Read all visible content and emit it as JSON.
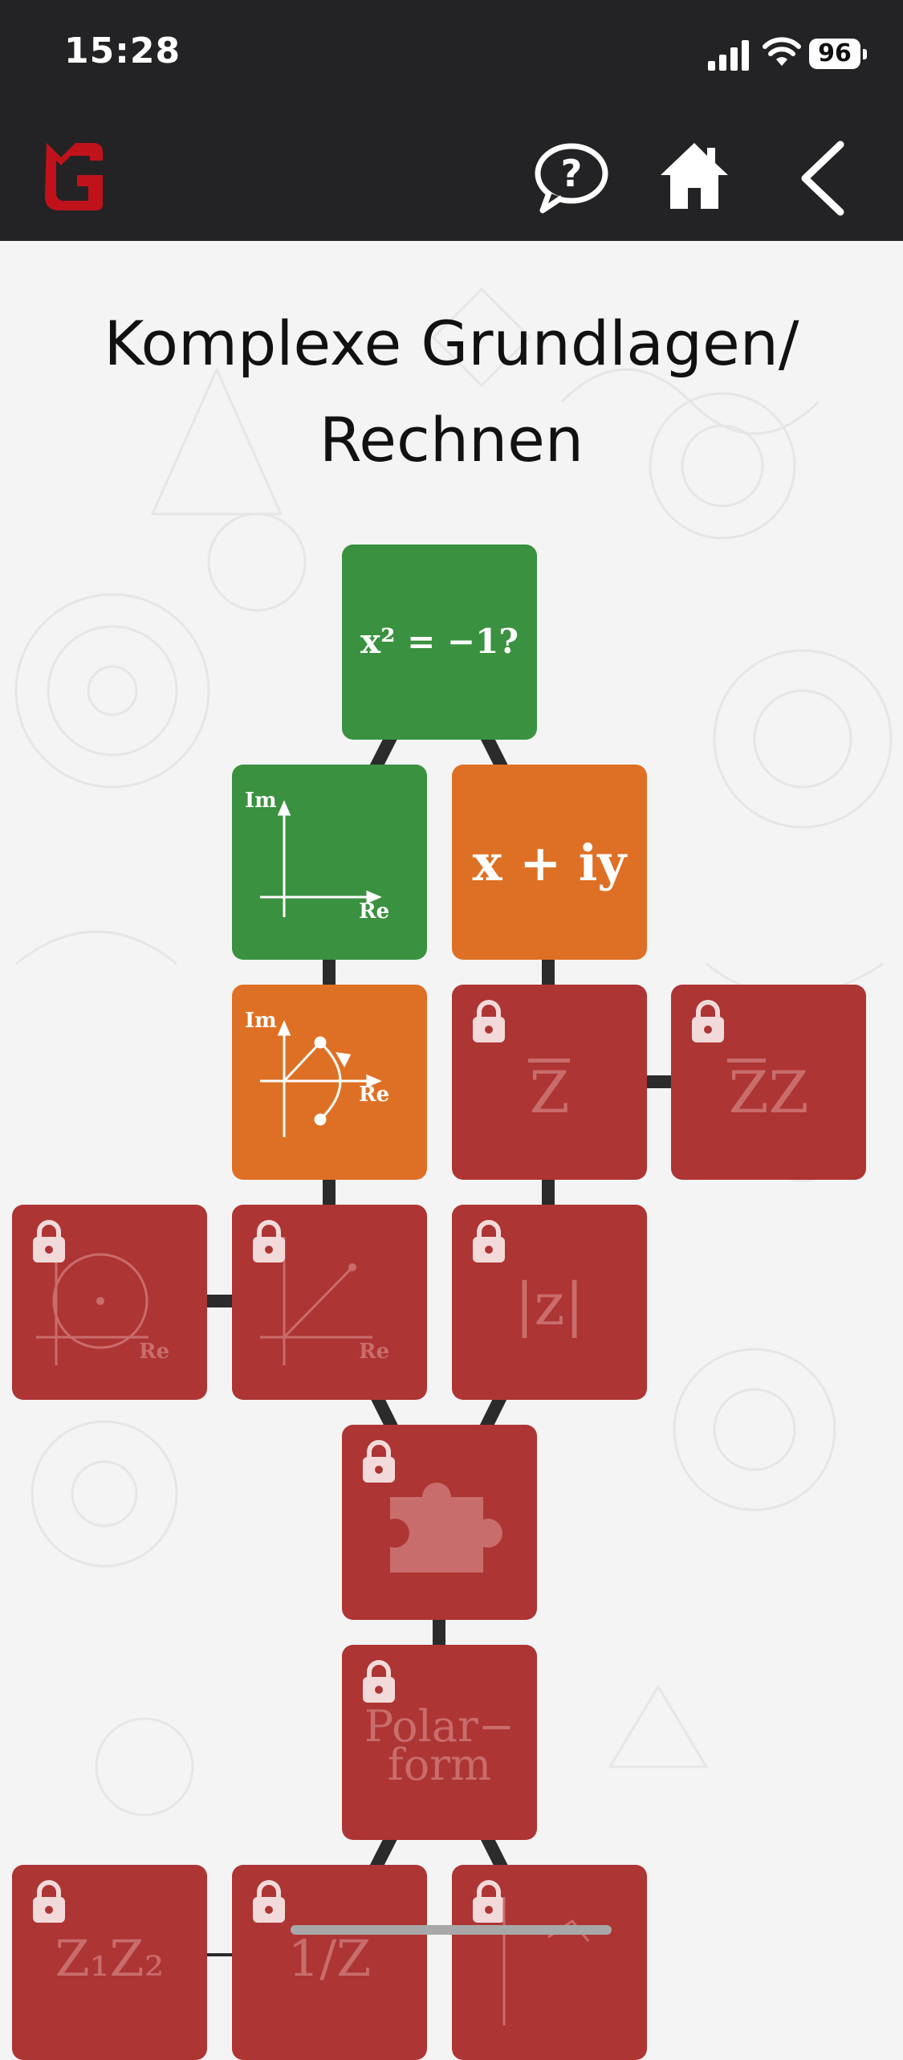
{
  "status_bar": {
    "time": "15:28",
    "battery": "96"
  },
  "page": {
    "title_line1": "Komplexe Grundlagen/",
    "title_line2": "Rechnen"
  },
  "colors": {
    "done": "#3a913f",
    "in_progress": "#de7025",
    "locked": "#ad3534",
    "toolbar": "#232325",
    "logo": "#c0121b"
  },
  "toolbar": {
    "icons": [
      "help-bubble-icon",
      "home-icon",
      "back-chevron-icon"
    ]
  },
  "tiles": {
    "t1": {
      "label": "x² = −1?",
      "state": "done"
    },
    "t2": {
      "axis_im": "Im",
      "axis_re": "Re",
      "state": "done"
    },
    "t3": {
      "label": "x + iy",
      "state": "in_progress"
    },
    "t4": {
      "axis_im": "Im",
      "axis_re": "Re",
      "state": "in_progress"
    },
    "t5": {
      "label": "Z",
      "state": "locked"
    },
    "t6": {
      "label": "ZZ",
      "state": "locked"
    },
    "t7": {
      "axis_re": "Re",
      "state": "locked"
    },
    "t8": {
      "axis_re": "Re",
      "state": "locked"
    },
    "t9": {
      "label": "|z|",
      "state": "locked"
    },
    "t10": {
      "icon": "puzzle-icon",
      "state": "locked"
    },
    "t11": {
      "label_line1": "Polar−",
      "label_line2": "form",
      "state": "locked"
    },
    "t12": {
      "label": "Z₁Z₂",
      "state": "locked"
    },
    "t13": {
      "label": "1/Z",
      "state": "locked"
    },
    "t14": {
      "state": "locked"
    }
  }
}
